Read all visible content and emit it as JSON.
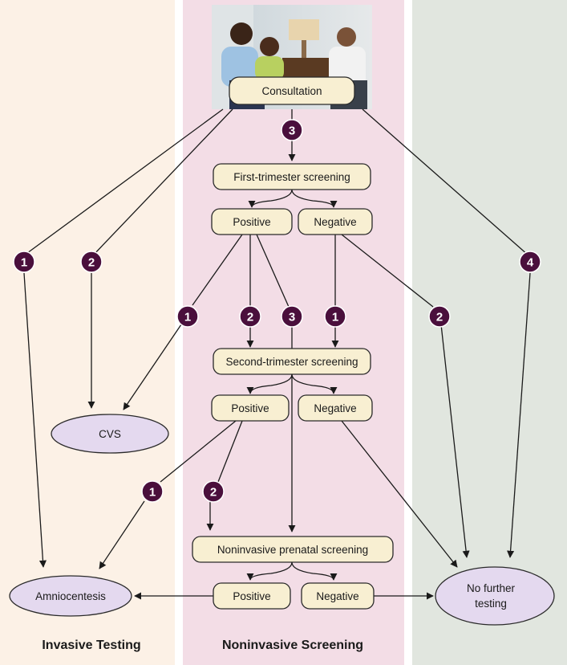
{
  "colors": {
    "invasive_bg": "#fcf1e6",
    "noninvasive_bg": "#f3dde6",
    "nofurther_bg": "#e1e6df",
    "box_fill": "#f8efd2",
    "oval_fill": "#e4d9ef",
    "badge_fill": "#4a0f3c"
  },
  "columns": {
    "invasive": "Invasive Testing",
    "noninvasive": "Noninvasive Screening"
  },
  "photo": {
    "icon": "consultation-photo"
  },
  "nodes": {
    "consultation": "Consultation",
    "first_trimester": "First-trimester screening",
    "ft_positive": "Positive",
    "ft_negative": "Negative",
    "second_trimester": "Second-trimester screening",
    "st_positive": "Positive",
    "st_negative": "Negative",
    "nips": "Noninvasive prenatal screening",
    "nips_positive": "Positive",
    "nips_negative": "Negative",
    "cvs": "CVS",
    "amniocentesis": "Amniocentesis",
    "no_further_line1": "No further",
    "no_further_line2": "testing"
  },
  "badges": {
    "consult_3": "3",
    "left_1": "1",
    "left_2": "2",
    "right_4": "4",
    "ftpos_1": "1",
    "ftpos_2": "2",
    "ftpos_3": "3",
    "ftneg_1": "1",
    "ftneg_2": "2",
    "stpos_1": "1",
    "stpos_2": "2"
  }
}
